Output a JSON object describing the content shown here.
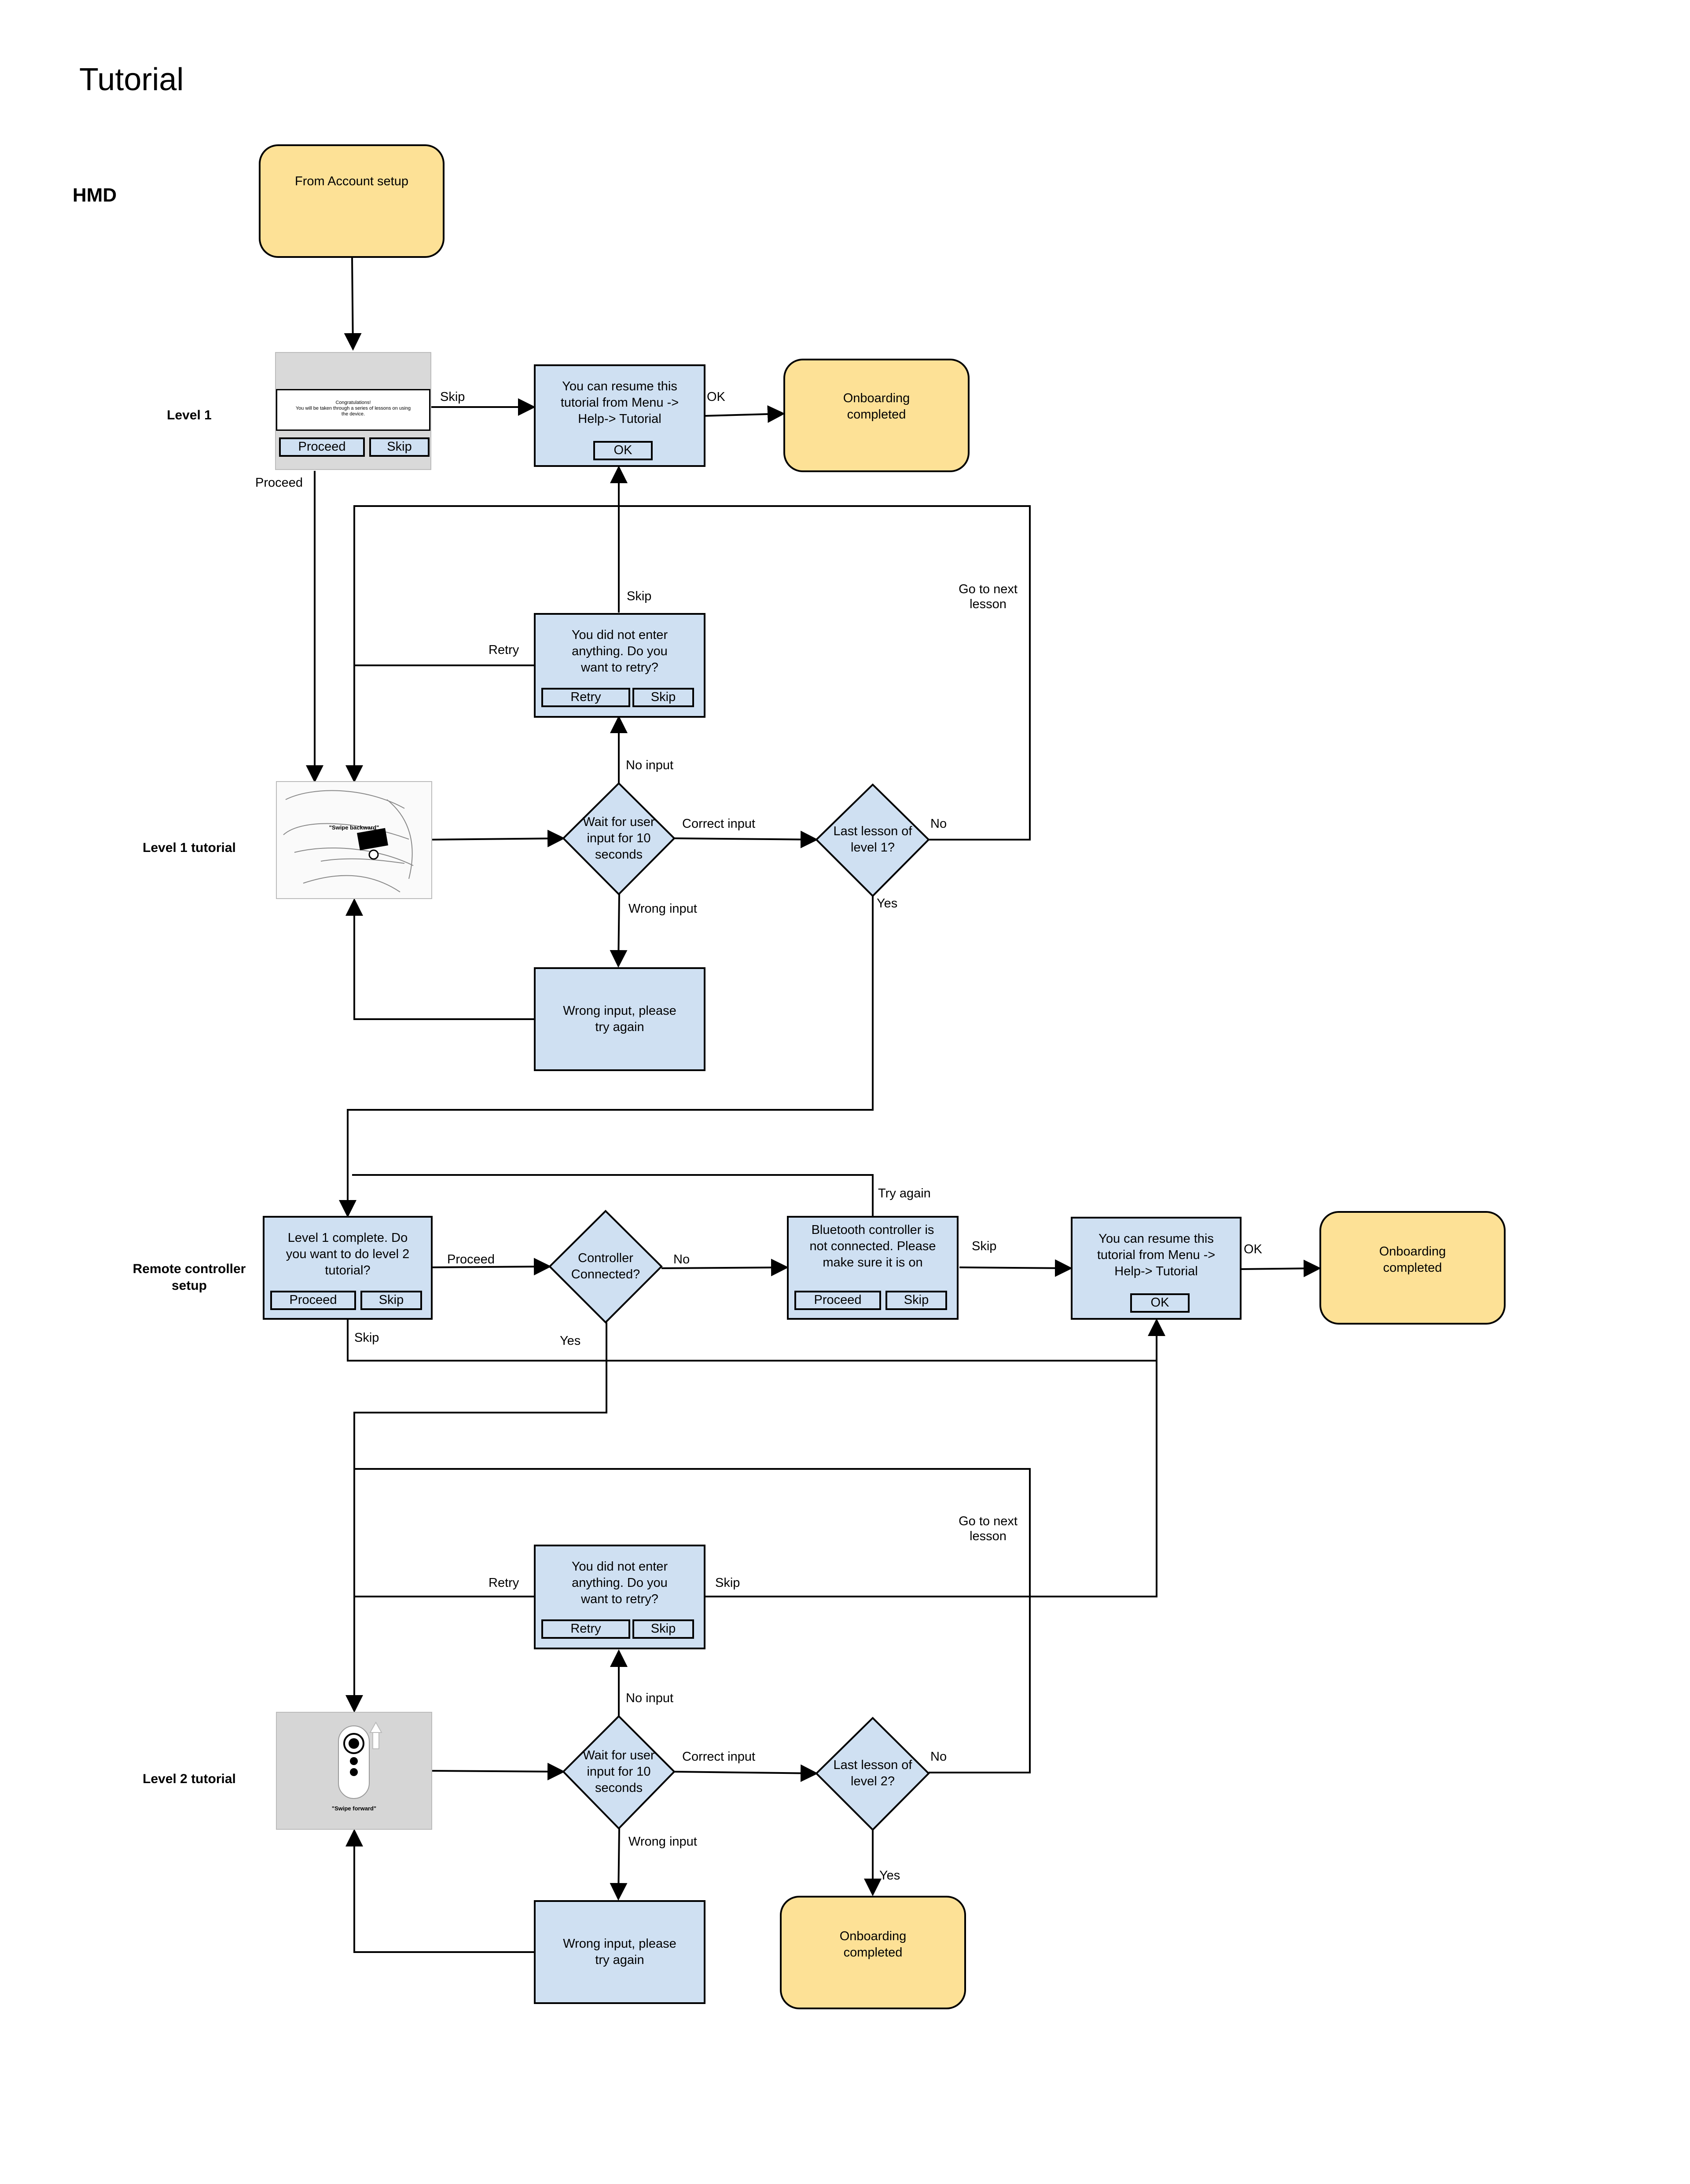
{
  "title": "Tutorial",
  "lanes": {
    "hmd": "HMD",
    "level1": "Level 1",
    "level1_tutorial": "Level 1 tutorial",
    "remote_setup": "Remote controller setup",
    "level2_tutorial": "Level 2 tutorial"
  },
  "nodes": {
    "start": "From Account setup",
    "onboarding_completed": "Onboarding completed",
    "resume_tutorial": "You can resume this tutorial from Menu -> Help-> Tutorial",
    "ok": "OK",
    "no_input_retry": "You did not enter anything. Do you want to retry?",
    "retry": "Retry",
    "skip": "Skip",
    "proceed": "Proceed",
    "wait_input": "Wait for user input for 10 seconds",
    "last_lesson_1": "Last lesson of level 1?",
    "last_lesson_2": "Last lesson of level 2?",
    "wrong_input": "Wrong input, please try again",
    "level1_complete": "Level 1 complete. Do you want to do level 2 tutorial?",
    "controller_connected": "Controller Connected?",
    "bt_not_connected": "Bluetooth controller is not connected. Please make sure it is on"
  },
  "screens": {
    "congrats_title": "Congratulations!",
    "congrats_body": "You will be taken through a series of lessons on using the device.",
    "swipe_backward": "\"Swipe backward\"",
    "swipe_forward": "\"Swipe forward\""
  },
  "edges": {
    "skip": "Skip",
    "ok": "OK",
    "proceed": "Proceed",
    "retry": "Retry",
    "go_next_lesson": "Go to next lesson",
    "no_input": "No input",
    "correct_input": "Correct input",
    "wrong_input": "Wrong input",
    "no": "No",
    "yes": "Yes",
    "try_again": "Try again"
  },
  "colors": {
    "terminal_fill": "#fde196",
    "process_fill": "#cfe0f2",
    "line": "#000000"
  }
}
